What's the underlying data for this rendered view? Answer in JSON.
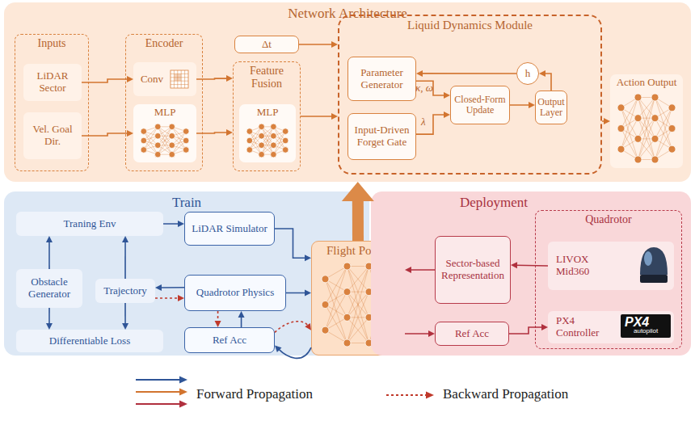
{
  "diagram": {
    "nodes": [
      {
        "text": [
          "Network Architecture"
        ]
      },
      {
        "text": [
          "Inputs"
        ],
        "in": 0
      },
      {
        "text": [
          "LiDAR Sector"
        ],
        "in": 1
      },
      {
        "text": [
          "Vel. Goal Dir."
        ],
        "in": 1
      },
      {
        "text": [
          "Encoder"
        ],
        "in": 0
      },
      {
        "text": [
          "Conv"
        ],
        "in": 4
      },
      {
        "text": [
          "MLP"
        ],
        "in": 4
      },
      {
        "text": [
          "Δt"
        ],
        "in": 0
      },
      {
        "text": [
          "Feature Fusion"
        ],
        "in": 0
      },
      {
        "text": [
          "MLP"
        ],
        "in": 8
      },
      {
        "text": [
          "Liquid Dynamics Module"
        ],
        "in": 0
      },
      {
        "text": [
          "Parameter Generator"
        ],
        "in": 10
      },
      {
        "text": [
          "Input-Driven Forget Gate"
        ],
        "in": 10
      },
      {
        "text": [
          "Closed-Form Update"
        ],
        "in": 10
      },
      {
        "text": [
          "Output Layer"
        ],
        "in": 10
      },
      {
        "text": [
          "h"
        ],
        "in": 10
      },
      {
        "text": [
          "Action Output"
        ],
        "in": 0
      },
      {
        "text": [
          "Train"
        ]
      },
      {
        "text": [
          "Traning Env"
        ],
        "in": 17
      },
      {
        "text": [
          "LiDAR Simulator"
        ],
        "in": 17
      },
      {
        "text": [
          "Obstacle Generator"
        ],
        "in": 17
      },
      {
        "text": [
          "Trajectory"
        ],
        "in": 17
      },
      {
        "text": [
          "Quadrotor Physics"
        ],
        "in": 17
      },
      {
        "text": [
          "Differentiable Loss"
        ],
        "in": 17
      },
      {
        "text": [
          "Ref Acc"
        ],
        "in": 17
      },
      {
        "text": [
          "Flight Policy"
        ]
      },
      {
        "text": [
          "Deployment"
        ]
      },
      {
        "text": [
          "Sector-based Representation"
        ],
        "in": 26
      },
      {
        "text": [
          "Quadrotor"
        ],
        "in": 26
      },
      {
        "text": [
          "LIVOX Mid360"
        ],
        "in": 28
      },
      {
        "text": [
          "PX4 Controller"
        ],
        "in": 28
      },
      {
        "text": [
          "Ref Acc"
        ],
        "in": 26
      }
    ],
    "edges": [
      {
        "from": 2,
        "to": 5,
        "arrow": "to"
      },
      {
        "from": 3,
        "to": 6,
        "arrow": "to"
      },
      {
        "from": 5,
        "to": 8,
        "arrow": "to"
      },
      {
        "from": 6,
        "to": 8,
        "arrow": "to"
      },
      {
        "from": 7,
        "to": 10,
        "arrow": "to"
      },
      {
        "from": 8,
        "to": 10,
        "arrow": "to"
      },
      {
        "from": 11,
        "to": 13,
        "label": "κ, ω",
        "arrow": "to"
      },
      {
        "from": 12,
        "to": 13,
        "label": "λ",
        "arrow": "to"
      },
      {
        "from": 13,
        "to": 14,
        "arrow": "to"
      },
      {
        "from": 14,
        "to": 15,
        "arrow": "to"
      },
      {
        "from": 15,
        "to": 11,
        "arrow": "to"
      },
      {
        "from": 10,
        "to": 16,
        "arrow": "to"
      },
      {
        "from": 25,
        "to": 0,
        "arrow": "to"
      },
      {
        "from": 18,
        "to": 19,
        "arrow": "to"
      },
      {
        "from": 19,
        "to": 25,
        "arrow": "to"
      },
      {
        "from": 20,
        "to": 18,
        "arrow": "to"
      },
      {
        "from": 20,
        "to": 23,
        "arrow": "to"
      },
      {
        "from": 21,
        "to": 18,
        "arrow": "to"
      },
      {
        "from": 21,
        "to": 23,
        "arrow": "to"
      },
      {
        "from": 22,
        "to": 21,
        "arrow": "to"
      },
      {
        "from": 21,
        "to": 22,
        "arrow": "to"
      },
      {
        "from": 22,
        "to": 25,
        "arrow": "to"
      },
      {
        "from": 24,
        "to": 22,
        "arrow": "to"
      },
      {
        "from": 22,
        "to": 24,
        "arrow": "to"
      },
      {
        "from": 25,
        "to": 24,
        "arrow": "to"
      },
      {
        "from": 24,
        "to": 25,
        "arrow": "to"
      },
      {
        "from": 29,
        "to": 27,
        "arrow": "to"
      },
      {
        "from": 27,
        "to": 25,
        "arrow": "to"
      },
      {
        "from": 25,
        "to": 31,
        "arrow": "to"
      },
      {
        "from": 31,
        "to": 30,
        "arrow": "to"
      }
    ],
    "labels": [
      "PX4",
      "autopilot"
    ],
    "legend": [
      {
        "text": "Forward Propagation"
      },
      {
        "text": "Backward Propagation"
      }
    ]
  }
}
